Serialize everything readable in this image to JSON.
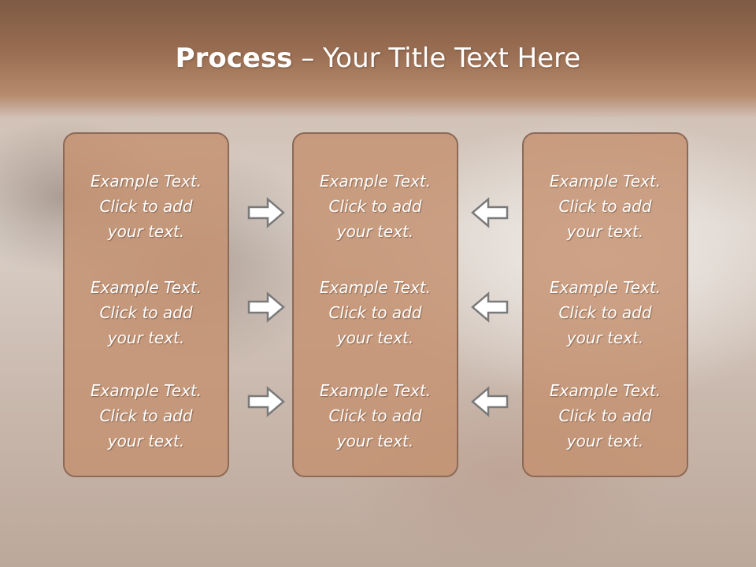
{
  "slide": {
    "title_bold": "Process",
    "title_separator": " – ",
    "title_rest": "Your Title Text Here"
  },
  "columns": [
    {
      "items": [
        {
          "line1": "Example Text.",
          "line2": "Click  to add",
          "line3": "your text."
        },
        {
          "line1": "Example Text.",
          "line2": "Click  to add",
          "line3": "your text."
        },
        {
          "line1": "Example Text.",
          "line2": "Click  to add",
          "line3": "your text."
        }
      ]
    },
    {
      "items": [
        {
          "line1": "Example Text.",
          "line2": "Click  to add",
          "line3": "your text."
        },
        {
          "line1": "Example Text.",
          "line2": "Click  to add",
          "line3": "your text."
        },
        {
          "line1": "Example Text.",
          "line2": "Click  to add",
          "line3": "your text."
        }
      ]
    },
    {
      "items": [
        {
          "line1": "Example Text.",
          "line2": "Click  to add",
          "line3": "your text."
        },
        {
          "line1": "Example Text.",
          "line2": "Click  to add",
          "line3": "your text."
        },
        {
          "line1": "Example Text.",
          "line2": "Click  to add",
          "line3": "your text."
        }
      ]
    }
  ],
  "arrows": {
    "left_group": "arrow-right-icon",
    "right_group": "arrow-left-icon"
  },
  "colors": {
    "header": "#9a6e52",
    "box_fill": "#c49170",
    "box_border": "#8c6a57",
    "text": "#ffffff"
  }
}
